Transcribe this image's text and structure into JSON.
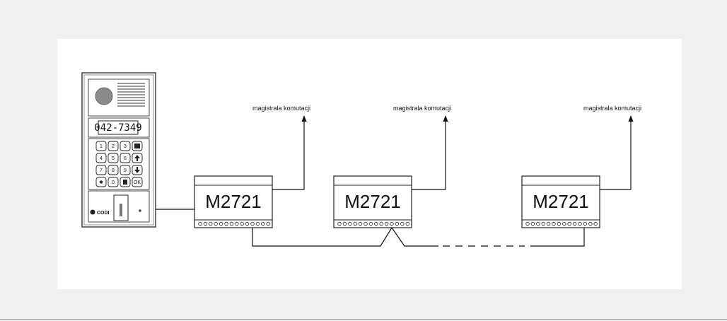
{
  "diagram": {
    "bus_labels": [
      "magistrala komutacji",
      "magistrala komutacji",
      "magistrala komutacji"
    ],
    "modules": [
      {
        "label": "M2721"
      },
      {
        "label": "M2721"
      },
      {
        "label": "M2721"
      }
    ],
    "panel": {
      "display_number": "042-7349",
      "brand": "CODI",
      "keys": [
        "1",
        "2",
        "3",
        "4",
        "5",
        "6",
        "7",
        "8",
        "9",
        "✱",
        "0"
      ],
      "icons": [
        "camera-icon",
        "speaker-grille-icon",
        "book-icon",
        "arrow-up-icon",
        "arrow-down-icon",
        "trash-icon",
        "ok-key"
      ]
    }
  }
}
